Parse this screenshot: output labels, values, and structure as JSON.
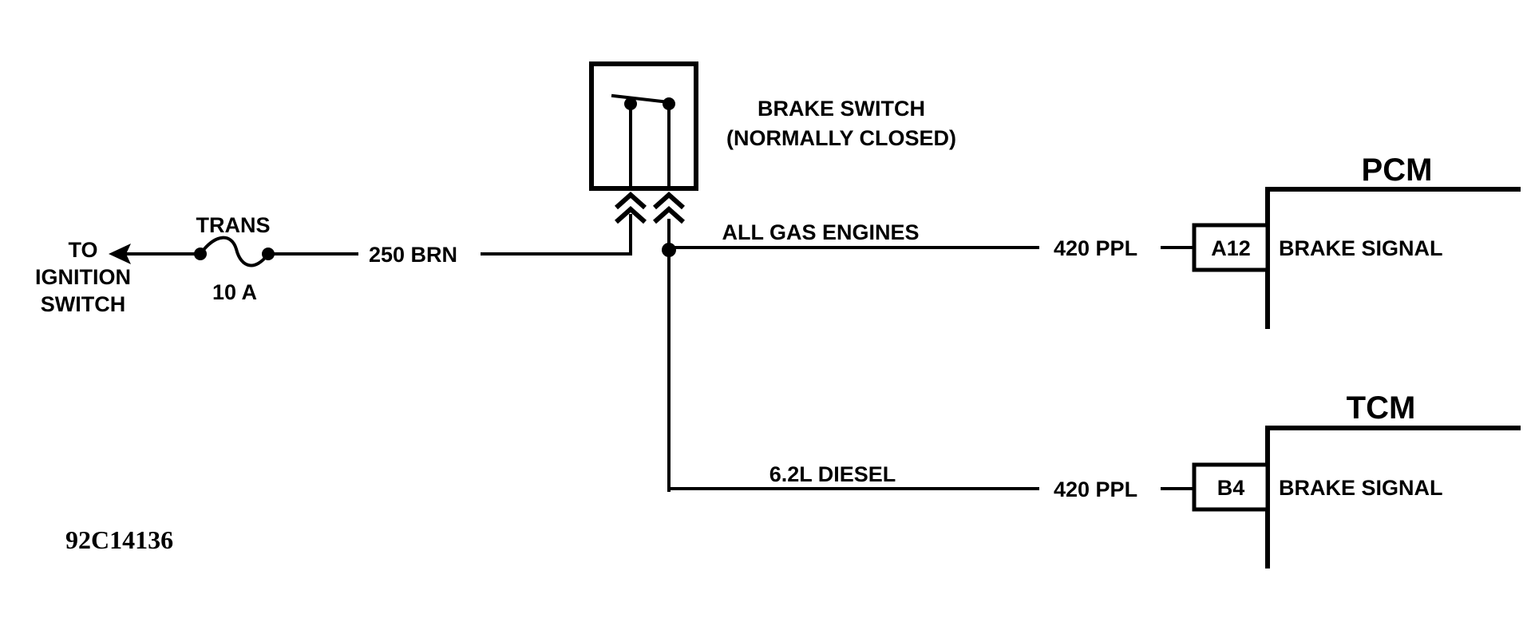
{
  "labels": {
    "to_ignition": [
      "TO",
      "IGNITION",
      "SWITCH"
    ],
    "fuse_name": "TRANS",
    "fuse_rating": "10 A",
    "wire_input": "250 BRN",
    "brake_switch": [
      "BRAKE SWITCH",
      "(NORMALLY CLOSED)"
    ],
    "branch_gas": "ALL GAS ENGINES",
    "branch_diesel": "6.2L DIESEL",
    "wire_pcm": "420 PPL",
    "wire_tcm": "420 PPL",
    "pcm_title": "PCM",
    "tcm_title": "TCM",
    "pcm_pin": "A12",
    "tcm_pin": "B4",
    "pcm_signal": "BRAKE SIGNAL",
    "tcm_signal": "BRAKE SIGNAL",
    "figure_id": "92C14136"
  }
}
